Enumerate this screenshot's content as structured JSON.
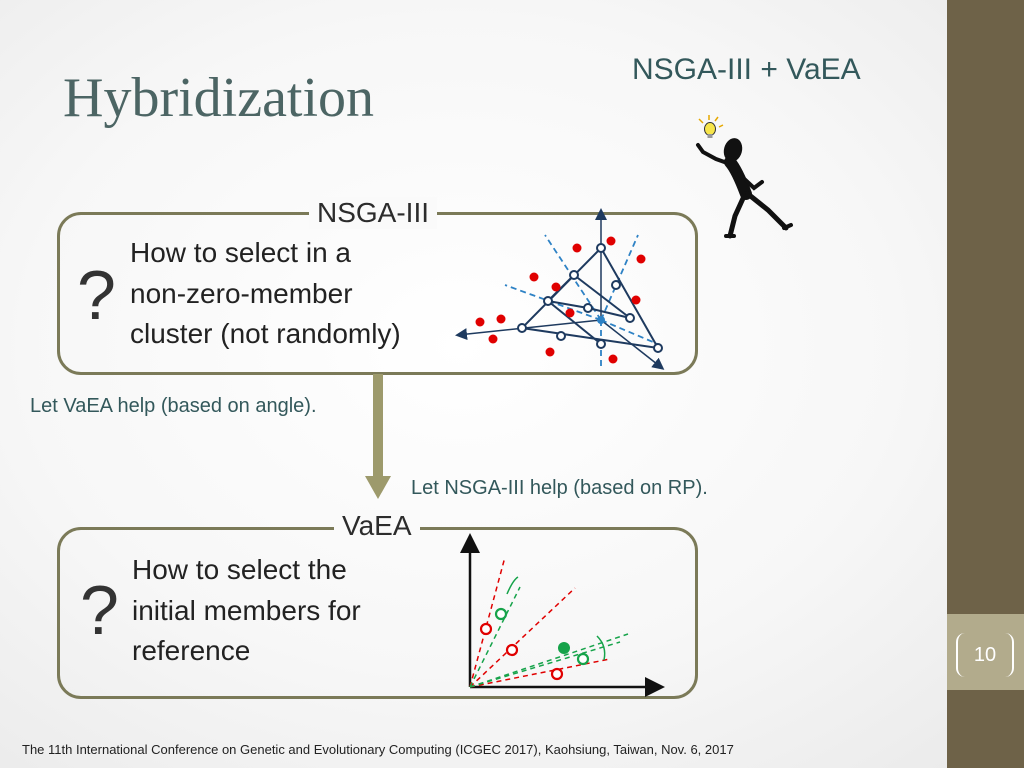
{
  "slide": {
    "title": "Hybridization",
    "subtitle": "NSGA-III + VaEA",
    "page_number": "10",
    "footer": "The 11th International Conference on Genetic and Evolutionary Computing (ICGEC 2017), Kaohsiung, Taiwan, Nov. 6, 2017"
  },
  "nsga_panel": {
    "label": "NSGA-III",
    "question_mark": "?",
    "lines": [
      "How to select in a",
      "non-zero-member",
      "cluster (not randomly)"
    ]
  },
  "vaea_panel": {
    "label": "VaEA",
    "question_mark": "?",
    "lines": [
      "How to select the",
      "initial members for",
      "reference"
    ]
  },
  "notes": {
    "left": "Let VaEA help (based on angle).",
    "right": "Let NSGA-III help (based on RP)."
  },
  "colors": {
    "title": "#4c6564",
    "accent_text": "#33585b",
    "sidebar": "#6e6248",
    "panel_border": "#7b7a58",
    "arrow": "#9d9a6c",
    "red_point": "#e00000",
    "green_point": "#16a34a",
    "reference_line": "#2e82c5"
  },
  "icons": {
    "thinking_figure": "stick-figure-lightbulb-icon"
  }
}
